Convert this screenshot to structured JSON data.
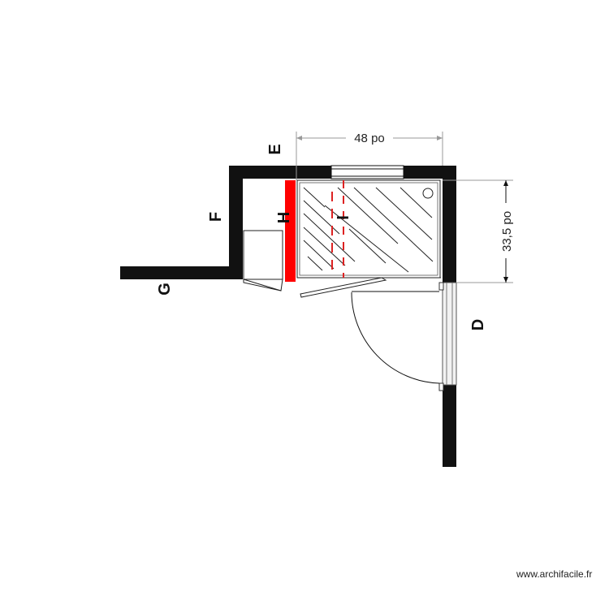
{
  "plan": {
    "dimensions": {
      "width_label": "48 po",
      "depth_label": "33,5 po"
    },
    "wall_labels": {
      "d": "D",
      "e": "E",
      "f": "F",
      "g": "G",
      "h": "H",
      "i": "I"
    },
    "colors": {
      "wall": "#111111",
      "highlight_wall": "#ff0000",
      "dashed_line": "#dd2222",
      "dimension_line": "#999999"
    }
  },
  "footer": {
    "credit": "www.archifacile.fr"
  }
}
